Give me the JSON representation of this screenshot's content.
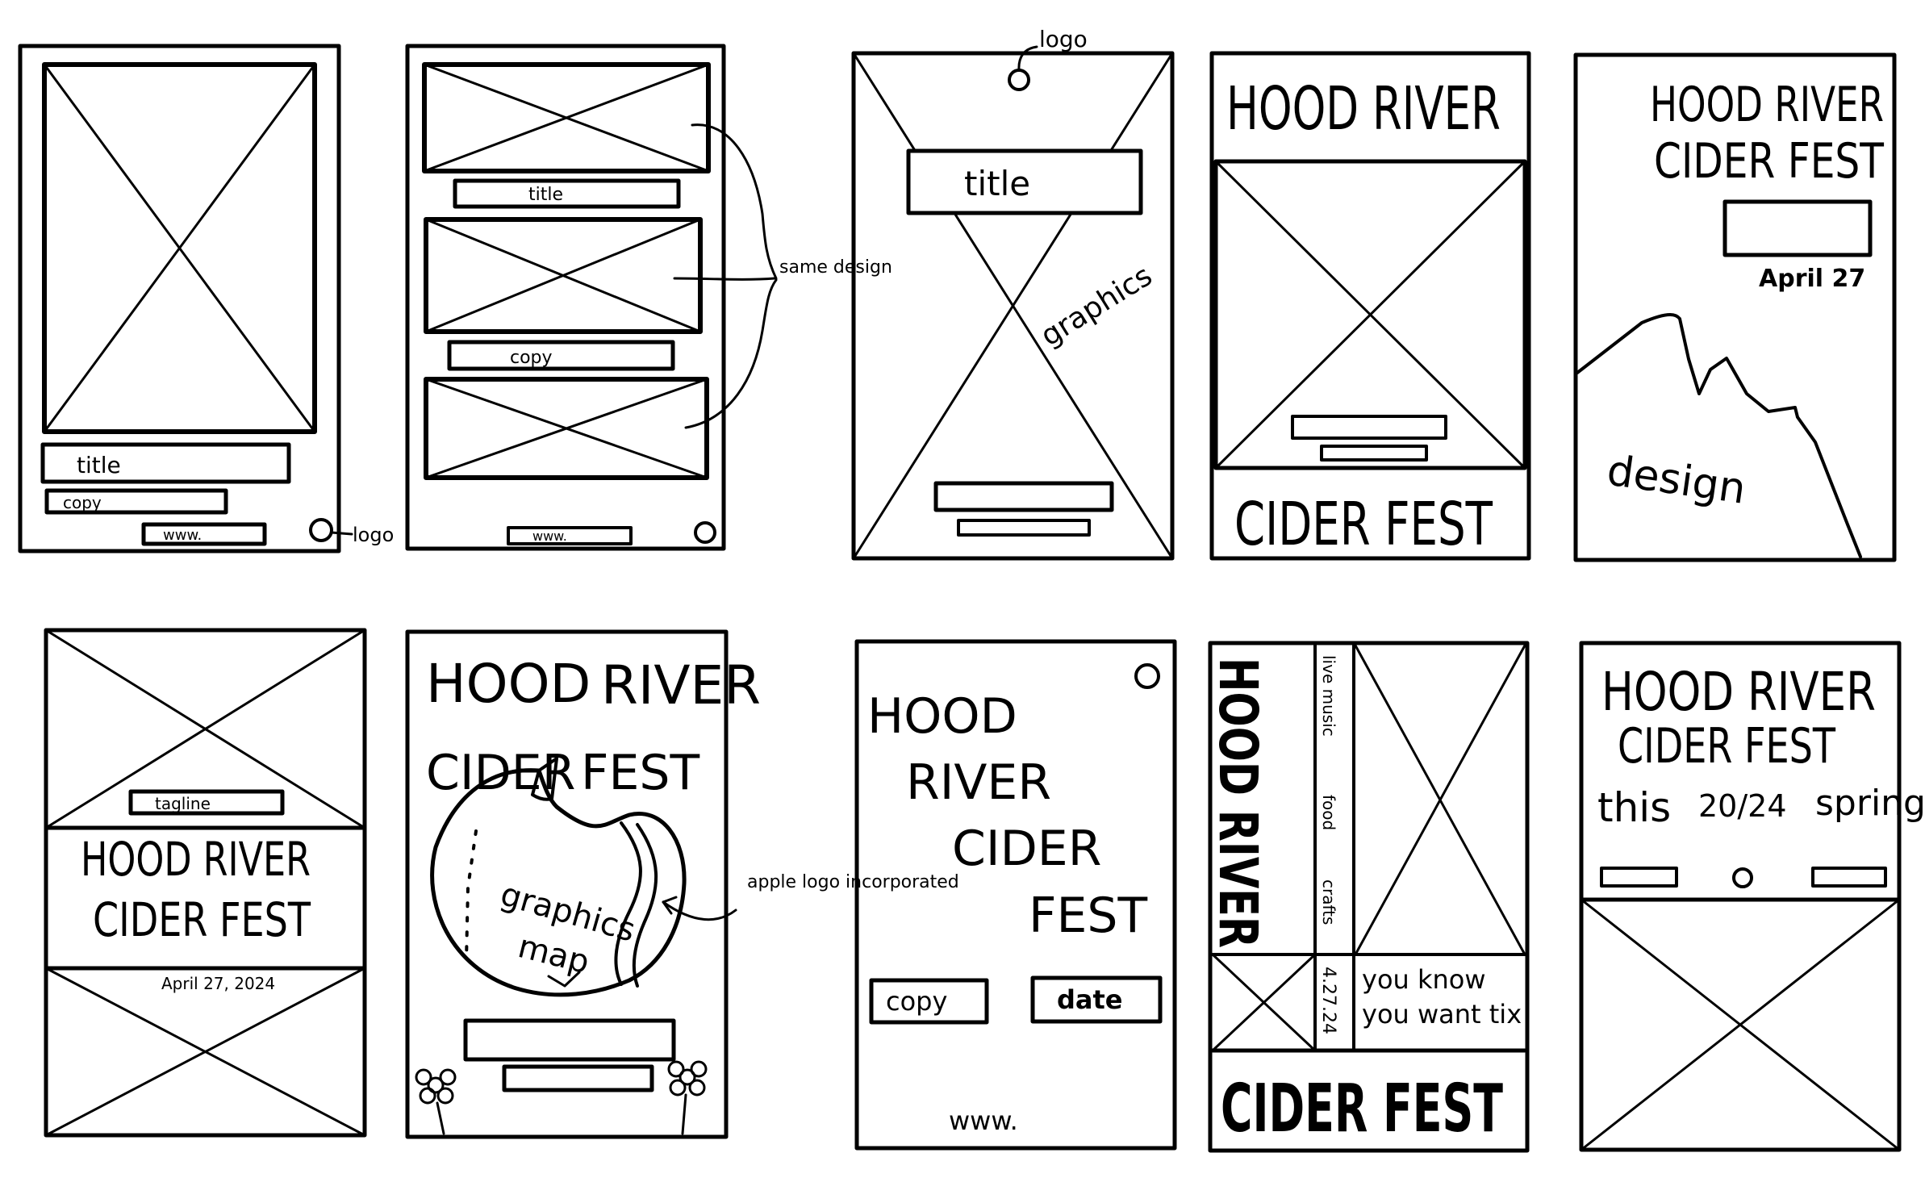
{
  "labels": {
    "title": "title",
    "copy": "copy",
    "www": "www.",
    "logo": "logo",
    "same_design": "same design",
    "graphics": "graphics",
    "design": "design",
    "tagline": "tagline",
    "graphics_map": "graphics map",
    "apple_logo_incorporated": "apple logo incorporated",
    "date": "date",
    "live_music": "live music",
    "food": "food",
    "crafts": "crafts",
    "you_know": "you know",
    "you_want_tix": "you want tix"
  },
  "festival": {
    "hood": "HOOD",
    "river": "RIVER",
    "cider": "CIDER",
    "fest": "FEST",
    "hood_river": "HOOD RIVER",
    "cider_fest": "CIDER FEST",
    "date_short": "April 27",
    "date_long": "April 27, 2024",
    "date_numeric": "4.27.24",
    "this": "this",
    "year_fraction": "20/24",
    "spring": "spring"
  }
}
